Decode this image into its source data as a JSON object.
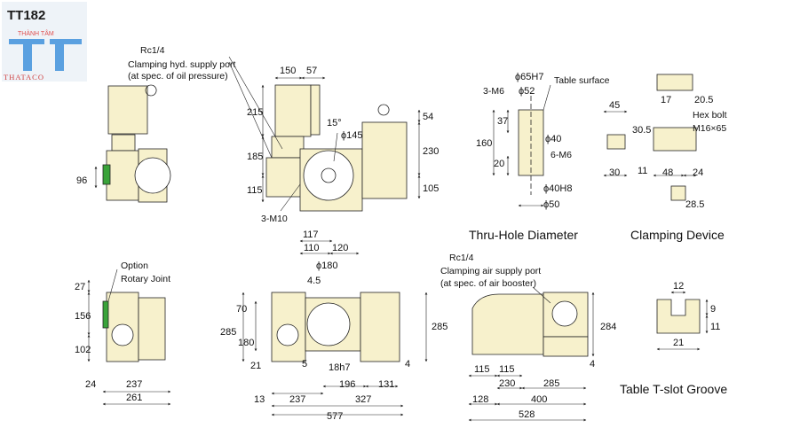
{
  "logo": {
    "model": "TT182",
    "sub": "THÀNH TÂM",
    "company": "THATACO"
  },
  "titles": {
    "thru_hole": "Thru-Hole Diameter",
    "clamping": "Clamping Device",
    "tslot": "Table T-slot Groove"
  },
  "notes": {
    "rc_top": "Rc1/4",
    "hyd_1": "Clamping hyd. supply port",
    "hyd_2": "(at spec. of oil pressure)",
    "m10": "3-M10",
    "option": "Option",
    "rotary": "Rotary Joint",
    "rc_air": "Rc1/4",
    "air_1": "Clamping air supply port",
    "air_2": "(at spec. of air booster)",
    "m6": "3-M6",
    "table_surface": "Table surface",
    "m6b": "6-M6",
    "hex1": "Hex bolt",
    "hex2": "M16×65"
  },
  "dims": {
    "d96": "96",
    "d150": "150",
    "d57": "57",
    "d215": "215",
    "d185": "185",
    "d115": "115",
    "d54": "54",
    "d230": "230",
    "d105": "105",
    "d15deg": "15°",
    "phi145": "ϕ145",
    "d117": "117",
    "d110": "110",
    "d120": "120",
    "phi180": "ϕ180",
    "d4_5": "4.5",
    "d70": "70",
    "d285a": "285",
    "d180": "180",
    "d285b": "285",
    "d21": "21",
    "d5": "5",
    "d18h7": "18h7",
    "d4a": "4",
    "d196": "196",
    "d327": "327",
    "d131": "131",
    "d13": "13",
    "d237b": "237",
    "d577": "577",
    "d27": "27",
    "d156": "156",
    "d102": "102",
    "d24a": "24",
    "d237a": "237",
    "d261": "261",
    "phi65h7": "ϕ65H7",
    "phi52": "ϕ52",
    "d37": "37",
    "d160": "160",
    "d20": "20",
    "phi40": "ϕ40",
    "phi40h8": "ϕ40H8",
    "phi50": "ϕ50",
    "d45": "45",
    "d30_5": "30.5",
    "d17": "17",
    "d20_5": "20.5",
    "d30": "30",
    "d11": "11",
    "d48": "48",
    "d24b": "24",
    "d28_5": "28.5",
    "d12": "12",
    "d9": "9",
    "d11b": "11",
    "d21b": "21",
    "d284": "284",
    "d4b": "4",
    "d115a": "115",
    "d115b": "115",
    "d230b": "230",
    "d285c": "285",
    "d128": "128",
    "d400": "400",
    "d528": "528"
  },
  "colors": {
    "body": "#f7f1cc",
    "line": "#222222",
    "green": "#3aa33a",
    "logo_blue": "#3b8fd6"
  }
}
